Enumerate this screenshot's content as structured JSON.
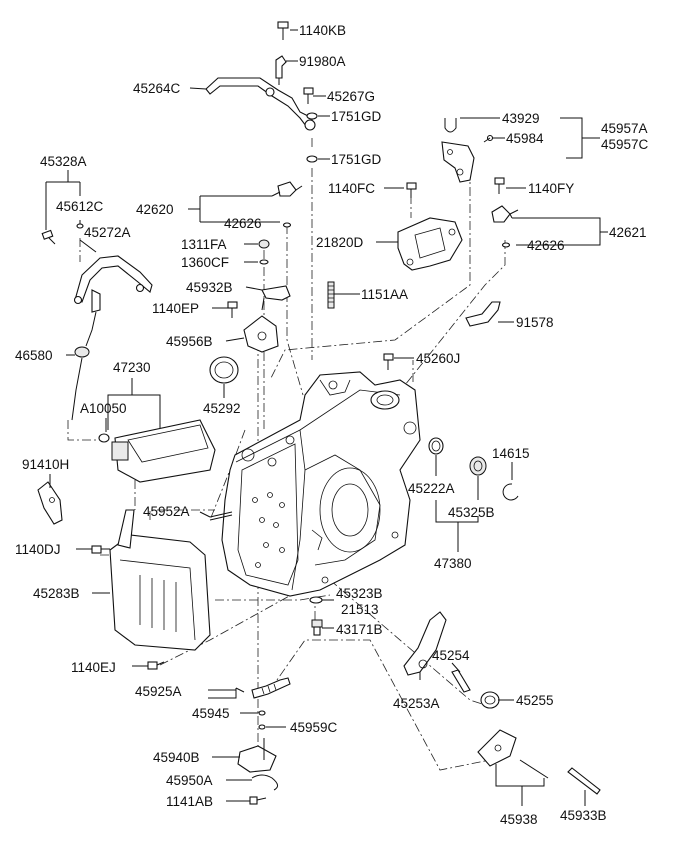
{
  "labels": {
    "l_1140KB": "1140KB",
    "l_91980A": "91980A",
    "l_45264C": "45264C",
    "l_45267G": "45267G",
    "l_1751GD_a": "1751GD",
    "l_1751GD_b": "1751GD",
    "l_43929": "43929",
    "l_45984": "45984",
    "l_45957A": "45957A",
    "l_45957C": "45957C",
    "l_45328A": "45328A",
    "l_45612C": "45612C",
    "l_45272A": "45272A",
    "l_42620": "42620",
    "l_42626_a": "42626",
    "l_1140FC": "1140FC",
    "l_1140FY": "1140FY",
    "l_1311FA": "1311FA",
    "l_1360CF": "1360CF",
    "l_21820D": "21820D",
    "l_42626_b": "42626",
    "l_42621": "42621",
    "l_45932B": "45932B",
    "l_1151AA": "1151AA",
    "l_1140EP": "1140EP",
    "l_91578": "91578",
    "l_45956B": "45956B",
    "l_46580": "46580",
    "l_47230": "47230",
    "l_45260J": "45260J",
    "l_A10050": "A10050",
    "l_45292": "45292",
    "l_91410H": "91410H",
    "l_14615": "14615",
    "l_45222A": "45222A",
    "l_45325B": "45325B",
    "l_45952A": "45952A",
    "l_1140DJ": "1140DJ",
    "l_47380": "47380",
    "l_45283B": "45283B",
    "l_45323B": "45323B",
    "l_21513": "21513",
    "l_43171B": "43171B",
    "l_1140EJ": "1140EJ",
    "l_45254": "45254",
    "l_45925A": "45925A",
    "l_45253A": "45253A",
    "l_45255": "45255",
    "l_45945": "45945",
    "l_45959C": "45959C",
    "l_45940B": "45940B",
    "l_45950A": "45950A",
    "l_1141AB": "1141AB",
    "l_45938": "45938",
    "l_45933B": "45933B"
  }
}
